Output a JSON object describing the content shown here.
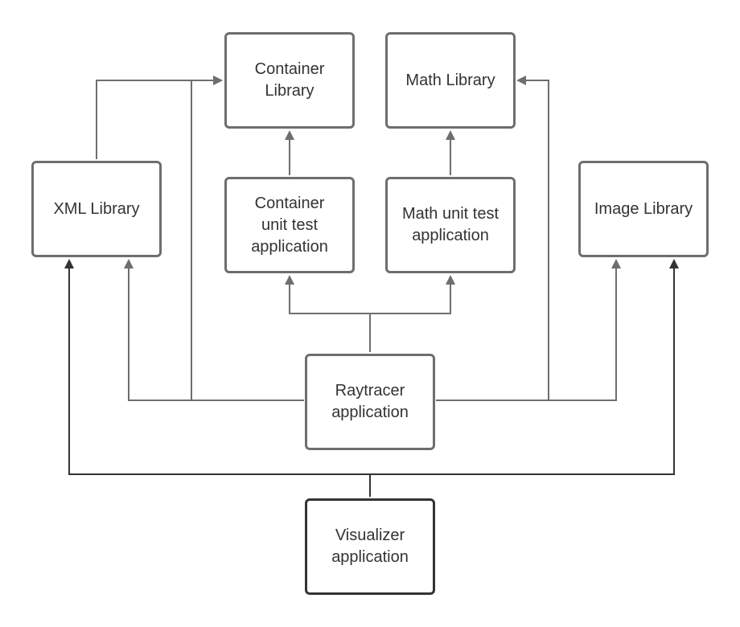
{
  "colors": {
    "edge": "#6e6e6e",
    "edge_dark": "#333333",
    "text": "#333333",
    "background": "#ffffff"
  },
  "nodes": {
    "container_library": "Container Library",
    "math_library": "Math Library",
    "xml_library": "XML Library",
    "container_unit_test": "Container unit test application",
    "math_unit_test": "Math unit test application",
    "image_library": "Image Library",
    "raytracer": "Raytracer application",
    "visualizer": "Visualizer application"
  },
  "edges": [
    {
      "from": "container_unit_test",
      "to": "container_library"
    },
    {
      "from": "math_unit_test",
      "to": "math_library"
    },
    {
      "from": "xml_library",
      "to": "container_library"
    },
    {
      "from": "raytracer",
      "to": "container_unit_test"
    },
    {
      "from": "raytracer",
      "to": "math_unit_test"
    },
    {
      "from": "raytracer",
      "to": "xml_library"
    },
    {
      "from": "raytracer",
      "to": "container_library"
    },
    {
      "from": "raytracer",
      "to": "math_library"
    },
    {
      "from": "raytracer",
      "to": "image_library"
    },
    {
      "from": "visualizer",
      "to": "xml_library"
    },
    {
      "from": "visualizer",
      "to": "image_library"
    }
  ]
}
